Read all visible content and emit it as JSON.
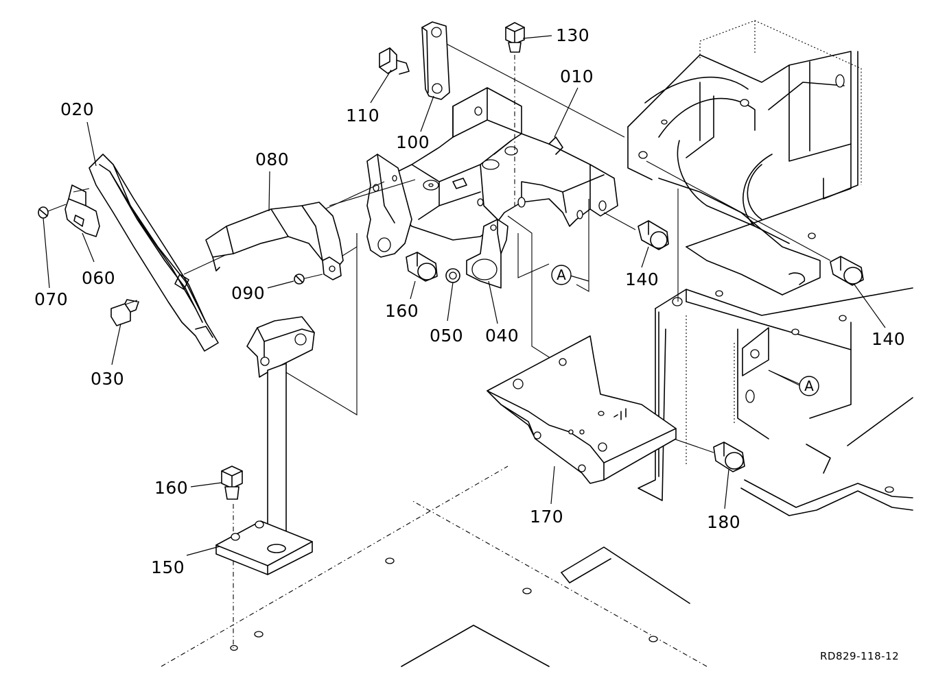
{
  "callouts": [
    {
      "id": "010",
      "text": "010"
    },
    {
      "id": "020",
      "text": "020"
    },
    {
      "id": "030",
      "text": "030"
    },
    {
      "id": "040",
      "text": "040"
    },
    {
      "id": "050",
      "text": "050"
    },
    {
      "id": "060",
      "text": "060"
    },
    {
      "id": "070",
      "text": "070"
    },
    {
      "id": "080",
      "text": "080"
    },
    {
      "id": "090",
      "text": "090"
    },
    {
      "id": "100",
      "text": "100"
    },
    {
      "id": "110",
      "text": "110"
    },
    {
      "id": "130",
      "text": "130"
    },
    {
      "id": "140",
      "text": "140"
    },
    {
      "id": "150",
      "text": "150"
    },
    {
      "id": "160",
      "text": "160"
    },
    {
      "id": "170",
      "text": "170"
    },
    {
      "id": "180",
      "text": "180"
    }
  ],
  "connection_mark": "A",
  "drawing_ref": "RD829-118-12"
}
